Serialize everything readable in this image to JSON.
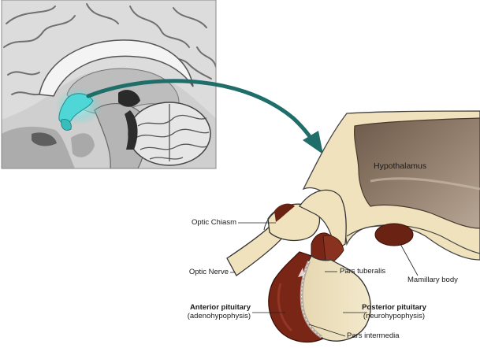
{
  "labels": {
    "hypothalamus": "Hypothalamus",
    "optic_chiasm": "Optic Chiasm",
    "optic_nerve": "Optic Nerve",
    "pars_tuberalis": "Pars tuberalis",
    "mamillary_body": "Mamillary body",
    "anterior_title": "Anterior pituitary",
    "anterior_sub": "(adenohypophysis)",
    "posterior_title": "Posterior pituitary",
    "posterior_sub": "(neurohypophysis)",
    "pars_intermedia": "Pars intermedia"
  },
  "colors": {
    "arrow": "#1f6e6a",
    "highlight": "#4fd6d6",
    "hypothalamus": "#8a7563",
    "tan": "#efe2bd",
    "anterior": "#7a2616",
    "mamillary": "#6a2313"
  }
}
